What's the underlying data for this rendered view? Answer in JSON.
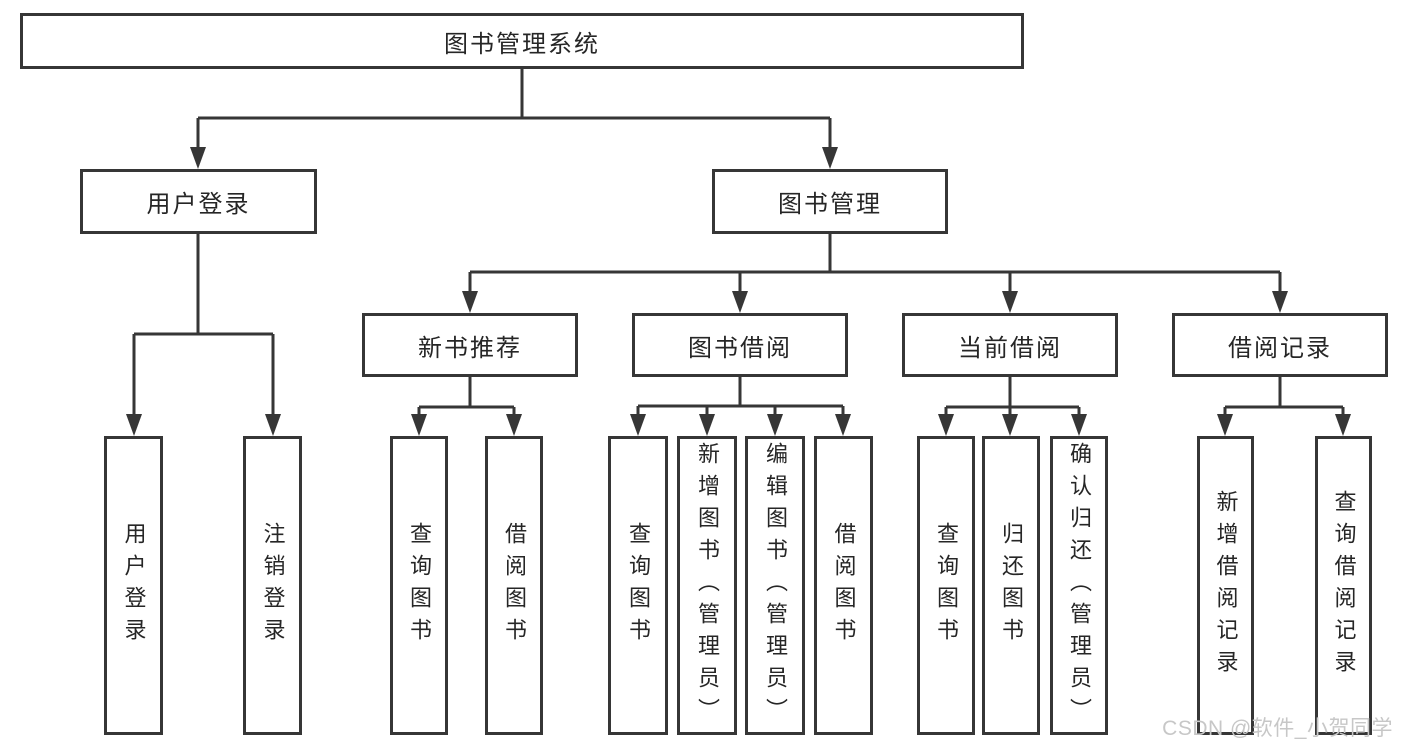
{
  "diagram": {
    "root": {
      "label": "图书管理系统"
    },
    "level2": [
      {
        "label": "用户登录"
      },
      {
        "label": "图书管理"
      }
    ],
    "level3": [
      {
        "label": "新书推荐"
      },
      {
        "label": "图书借阅"
      },
      {
        "label": "当前借阅"
      },
      {
        "label": "借阅记录"
      }
    ],
    "leaves": {
      "login": [
        {
          "label": "用户登录"
        },
        {
          "label": "注销登录"
        }
      ],
      "newbook": [
        {
          "label": "查询图书"
        },
        {
          "label": "借阅图书"
        }
      ],
      "borrow": [
        {
          "label": "查询图书"
        },
        {
          "label": "新增图书（管理员）"
        },
        {
          "label": "编辑图书（管理员）"
        },
        {
          "label": "借阅图书"
        }
      ],
      "current": [
        {
          "label": "查询图书"
        },
        {
          "label": "归还图书"
        },
        {
          "label": "确认归还（管理员）"
        }
      ],
      "records": [
        {
          "label": "新增借阅记录"
        },
        {
          "label": "查询借阅记录"
        }
      ]
    }
  },
  "watermark": {
    "text": "CSDN @软件_小贺同学"
  },
  "colors": {
    "line": "#363636",
    "box_border": "#363636",
    "text": "#262626",
    "watermark": "#c7c7c7",
    "background": "#ffffff"
  }
}
